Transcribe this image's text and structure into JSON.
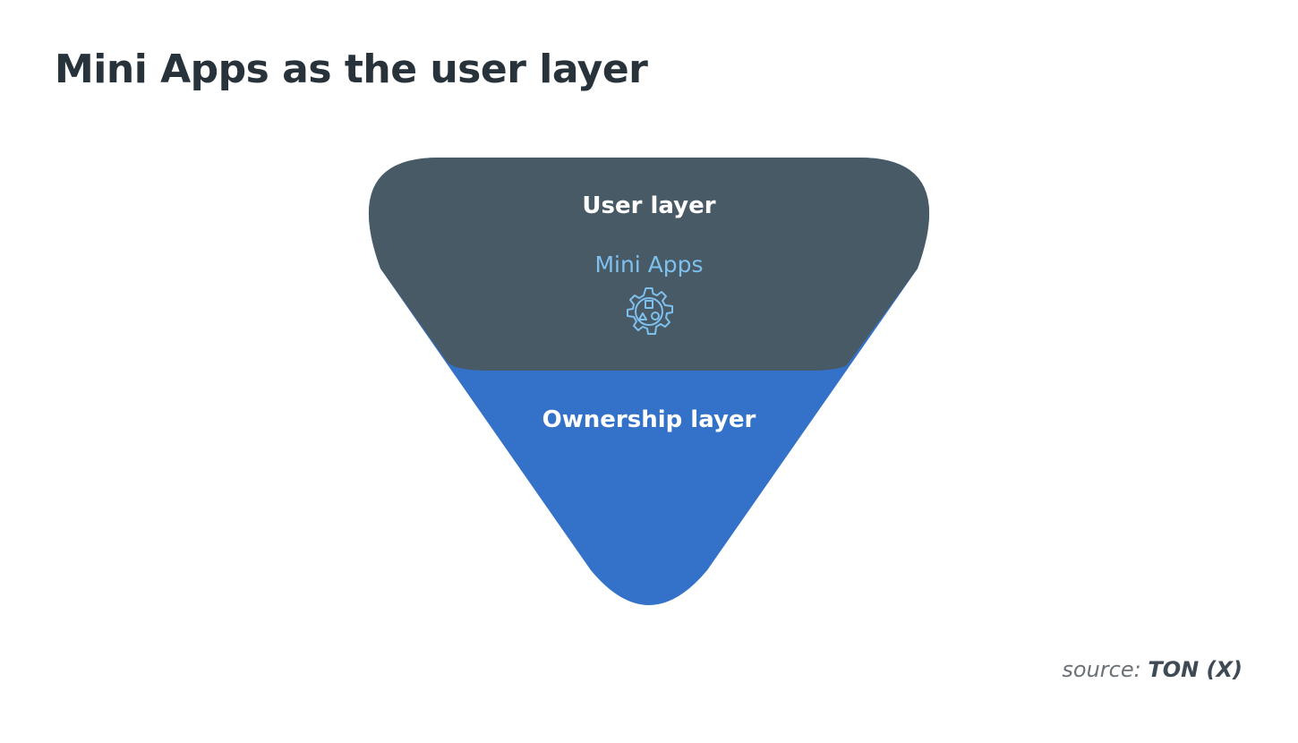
{
  "title": "Mini Apps as the user layer",
  "diagram": {
    "layers": [
      {
        "label": "User layer",
        "sublabel": "Mini Apps",
        "icon": "gear-shapes-icon",
        "color": "#485a66",
        "sublabel_color": "#7ec0ee"
      },
      {
        "label": "Ownership layer",
        "color": "#3472c9"
      }
    ]
  },
  "source": {
    "prefix": "source:",
    "name": "TON (X)"
  }
}
